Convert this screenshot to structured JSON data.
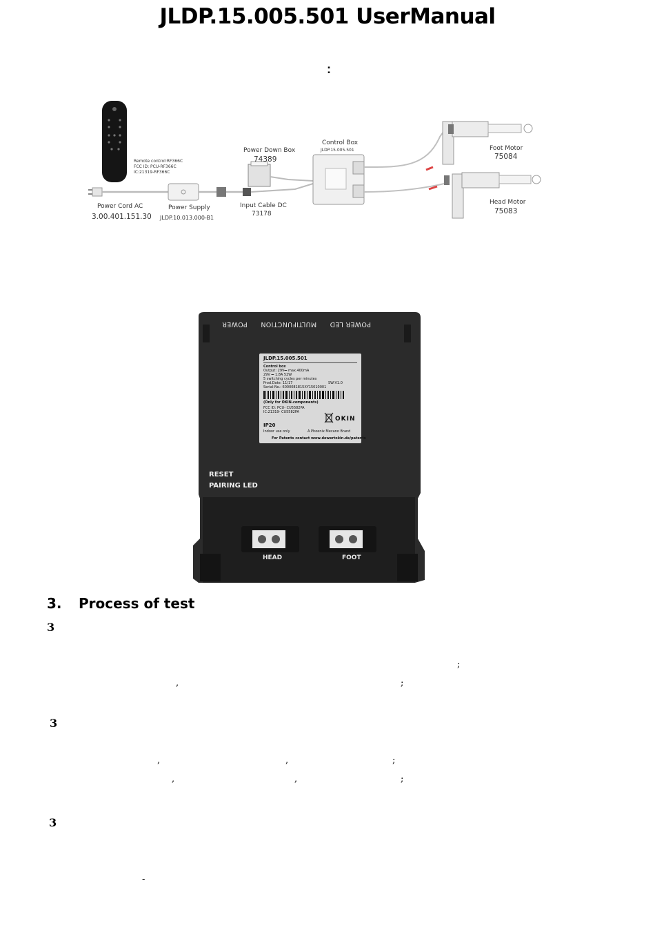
{
  "document": {
    "title": "JLDP.15.005.501 UserManual",
    "colon_mark": ":"
  },
  "diagram": {
    "remote_label": "Remote control:RF366C",
    "remote_fcc": "FCC ID: PCU-RF366C",
    "remote_ic": "IC:21319-RF366C",
    "power_down_box_label": "Power Down Box",
    "power_down_box_num": "74389",
    "control_box_label": "Control Box",
    "control_box_num": "JLDP.15.005.501",
    "foot_motor_label": "Foot Motor",
    "foot_motor_num": "75084",
    "head_motor_label": "Head Motor",
    "head_motor_num": "75083",
    "power_cord_label": "Power Cord AC",
    "power_cord_num": "3.00.401.151.30",
    "power_supply_label": "Power Supply",
    "power_supply_num": "JLDP.10.013.000-B1",
    "input_cable_label": "Input Cable DC",
    "input_cable_num": "73178"
  },
  "photo": {
    "top_labels": [
      "POWER LED",
      "MULTIFUNCTION",
      "POWER"
    ],
    "sticker": {
      "model": "JLDP.15.005.501",
      "line1": "Control box",
      "line2": "Output: 29V⎓ max.400mA",
      "line3": "29V ⎓ 1.8A 52W",
      "line4": "5 switching cycles per minutes",
      "line5": "Prod.Date: 11/17",
      "sw": "SW:V1.0",
      "line6": "Serial-No.: 6000081815XY15010001",
      "line7": "(Only for OKIN-components)",
      "line8": "FCC ID: PCU- CU5582PA",
      "line9": "IC:21319- CU5582PA",
      "ip": "IP20",
      "indoor": "Indoor use only",
      "brand": "A Phoenix Mecano Brand",
      "logo": "OKIN",
      "patents": "For Patents contact www.dewertokin.de/patents"
    },
    "reset": "RESET",
    "pairing": "PAIRING LED",
    "head": "HEAD",
    "foot": "FOOT"
  },
  "section": {
    "number": "3.",
    "title": "Process of test",
    "sub1": "3",
    "sub2": "3",
    "sub3": "3",
    "marks": {
      "s1a": ";",
      "s1b": ",",
      "s1c": ";",
      "s2a": ",",
      "s2b": ",",
      "s2c": ";",
      "s2d": ",",
      "s2e": ",",
      "s2f": ";",
      "s3a": "-"
    }
  }
}
